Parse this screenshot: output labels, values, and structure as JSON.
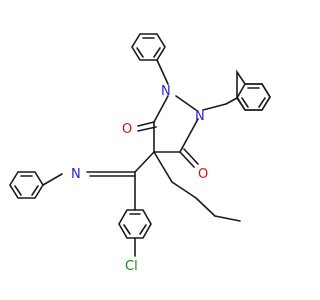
{
  "molecule": {
    "atom_labels": {
      "n1": "N",
      "n2": "N",
      "o_left": "O",
      "o_right": "O",
      "n_imine": "N",
      "cl": "Cl"
    },
    "colors": {
      "bond": "#1a1a1a",
      "nitrogen": "#2222dd",
      "oxygen": "#dd1111",
      "chlorine": "#118811"
    }
  }
}
